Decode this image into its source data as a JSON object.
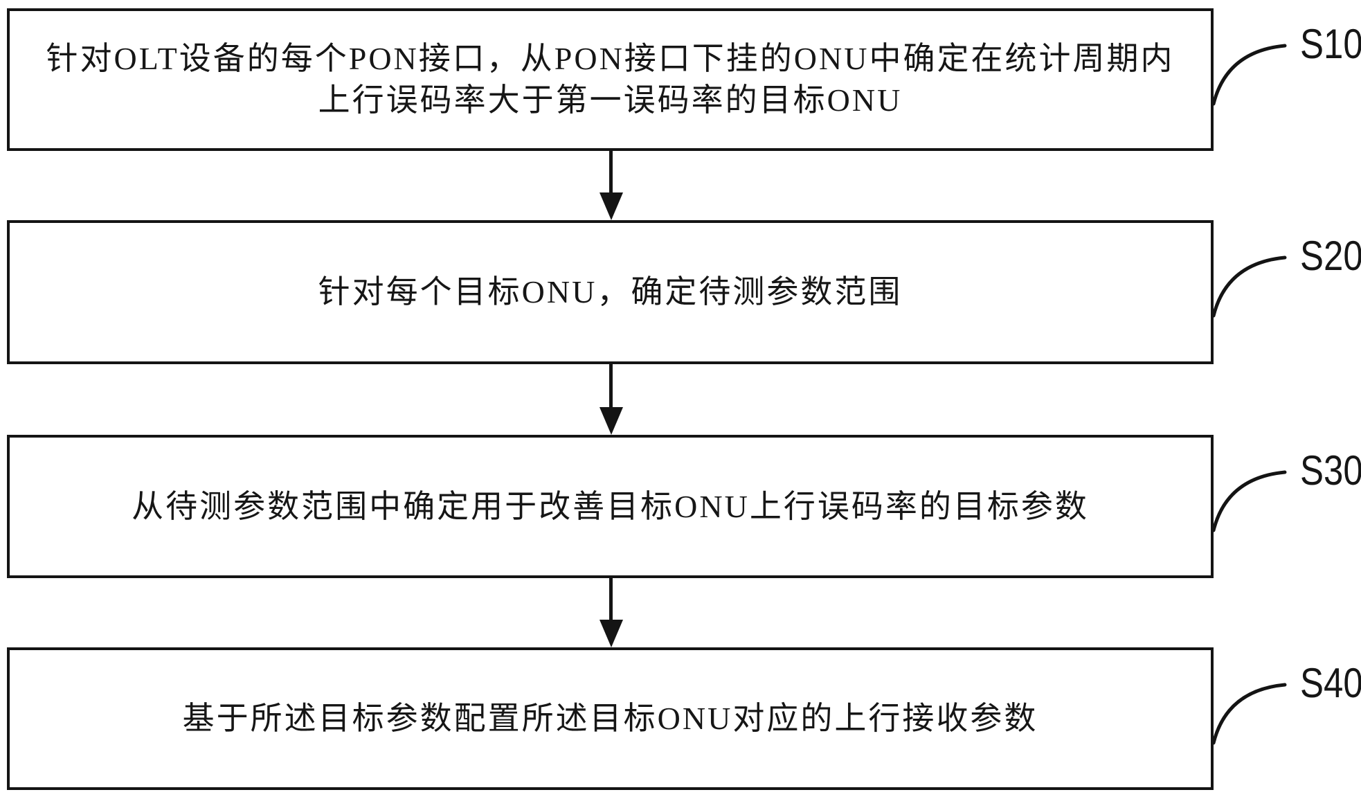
{
  "figure": {
    "type": "flowchart",
    "colors": {
      "line": "#141414",
      "text": "#161616",
      "background": "#ffffff"
    },
    "steps": [
      {
        "label": "S10",
        "lines": [
          "针对OLT设备的每个PON接口，从PON接口下挂的ONU中确定在统计周期内",
          "上行误码率大于第一误码率的目标ONU"
        ]
      },
      {
        "label": "S20",
        "lines": [
          "针对每个目标ONU，确定待测参数范围"
        ]
      },
      {
        "label": "S30",
        "lines": [
          "从待测参数范围中确定用于改善目标ONU上行误码率的目标参数"
        ]
      },
      {
        "label": "S40",
        "lines": [
          "基于所述目标参数配置所述目标ONU对应的上行接收参数"
        ]
      }
    ]
  }
}
